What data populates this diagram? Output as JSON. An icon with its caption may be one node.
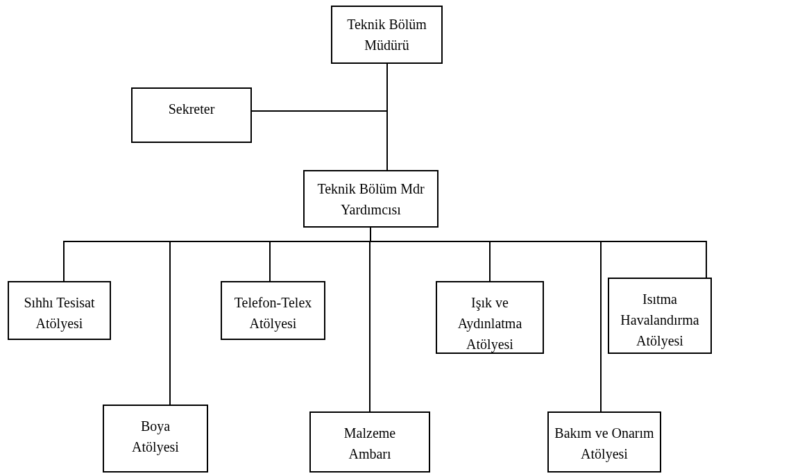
{
  "diagram": {
    "nodes": [
      {
        "text": [
          "Teknik Bölüm Müdürü"
        ]
      },
      {
        "text": [
          "Sekreter"
        ]
      },
      {
        "text": [
          "Teknik Bölüm Mdr Yardımcısı"
        ]
      },
      {
        "text": [
          "Sıhhı Tesisat Atölyesi"
        ]
      },
      {
        "text": [
          "Telefon-Telex Atölyesi"
        ]
      },
      {
        "text": [
          "Işık ve Aydınlatma Atölyesi"
        ]
      },
      {
        "text": [
          "Isıtma Havalandırma Atölyesi"
        ]
      },
      {
        "text": [
          "Boya Atölyesi"
        ]
      },
      {
        "text": [
          "Malzeme Ambarı"
        ]
      },
      {
        "text": [
          "Bakım ve Onarım Atölyesi"
        ]
      }
    ],
    "edges": [
      {
        "from": 0,
        "to": 1,
        "arrow": "none"
      },
      {
        "from": 0,
        "to": 2,
        "arrow": "none"
      },
      {
        "from": 2,
        "to": 3,
        "arrow": "none"
      },
      {
        "from": 2,
        "to": 7,
        "arrow": "none"
      },
      {
        "from": 2,
        "to": 4,
        "arrow": "none"
      },
      {
        "from": 2,
        "to": 8,
        "arrow": "none"
      },
      {
        "from": 2,
        "to": 5,
        "arrow": "none"
      },
      {
        "from": 2,
        "to": 9,
        "arrow": "none"
      },
      {
        "from": 2,
        "to": 6,
        "arrow": "none"
      }
    ]
  }
}
